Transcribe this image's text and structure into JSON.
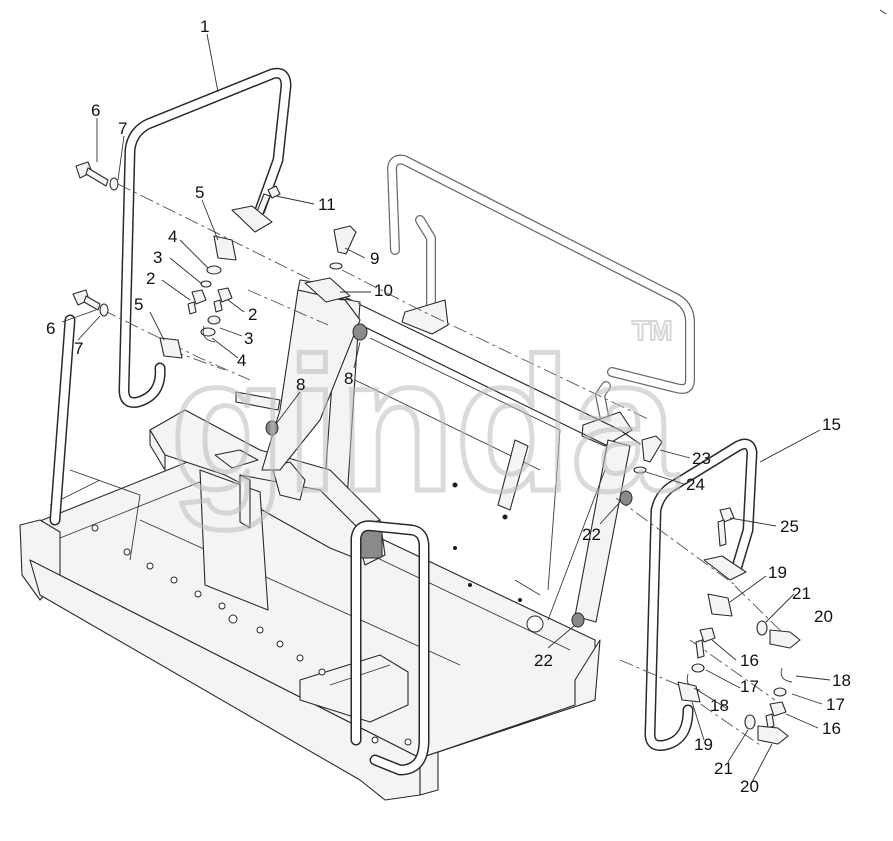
{
  "watermark": {
    "text": "ginda",
    "mark": "TM"
  },
  "callouts": [
    {
      "id": "c1",
      "label": "1"
    },
    {
      "id": "c6a",
      "label": "6"
    },
    {
      "id": "c7a",
      "label": "7"
    },
    {
      "id": "c5a",
      "label": "5"
    },
    {
      "id": "c11",
      "label": "11"
    },
    {
      "id": "c4a",
      "label": "4"
    },
    {
      "id": "c9",
      "label": "9"
    },
    {
      "id": "c3a",
      "label": "3"
    },
    {
      "id": "c2a",
      "label": "2"
    },
    {
      "id": "c10",
      "label": "10"
    },
    {
      "id": "c2b",
      "label": "2"
    },
    {
      "id": "c6b",
      "label": "6"
    },
    {
      "id": "c5b",
      "label": "5"
    },
    {
      "id": "c3b",
      "label": "3"
    },
    {
      "id": "c7b",
      "label": "7"
    },
    {
      "id": "c4b",
      "label": "4"
    },
    {
      "id": "c8a",
      "label": "8"
    },
    {
      "id": "c8b",
      "label": "8"
    },
    {
      "id": "c15",
      "label": "15"
    },
    {
      "id": "c23",
      "label": "23"
    },
    {
      "id": "c24",
      "label": "24"
    },
    {
      "id": "c22a",
      "label": "22"
    },
    {
      "id": "c25",
      "label": "25"
    },
    {
      "id": "c19a",
      "label": "19"
    },
    {
      "id": "c21a",
      "label": "21"
    },
    {
      "id": "c20a",
      "label": "20"
    },
    {
      "id": "c22b",
      "label": "22"
    },
    {
      "id": "c16a",
      "label": "16"
    },
    {
      "id": "c18a",
      "label": "18"
    },
    {
      "id": "c17a",
      "label": "17"
    },
    {
      "id": "c18b",
      "label": "18"
    },
    {
      "id": "c17b",
      "label": "17"
    },
    {
      "id": "c16b",
      "label": "16"
    },
    {
      "id": "c19b",
      "label": "19"
    },
    {
      "id": "c21b",
      "label": "21"
    },
    {
      "id": "c20b",
      "label": "20"
    }
  ]
}
